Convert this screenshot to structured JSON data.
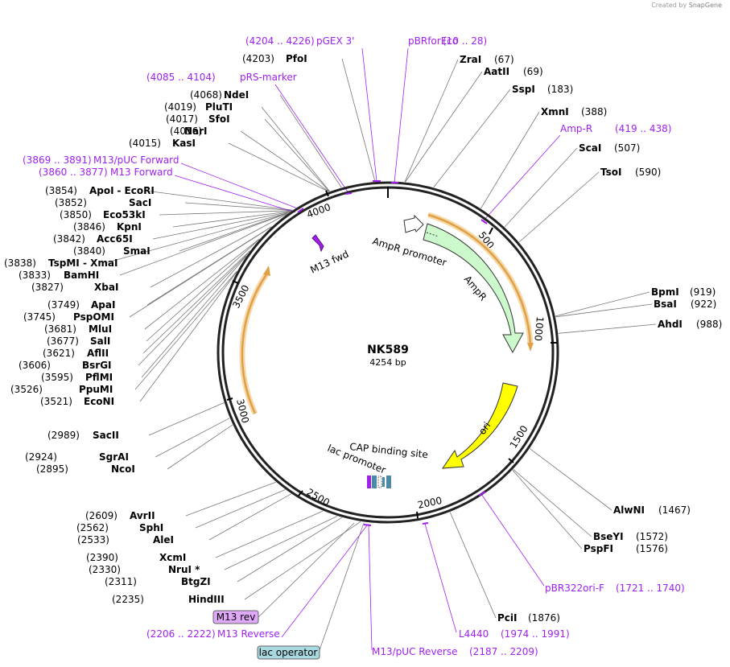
{
  "credit": {
    "prefix": "Created by",
    "brand": "SnapGene"
  },
  "plasmid": {
    "name": "NK589",
    "size_label": "4254 bp",
    "length": 4254
  },
  "ticks": [
    "500",
    "1000",
    "1500",
    "2000",
    "2500",
    "3000",
    "3500",
    "4000"
  ],
  "features": {
    "ampr_promoter": "AmpR promoter",
    "ampr": "AmpR",
    "ori": "ori",
    "m13_fwd": "M13 fwd",
    "cap": "CAP binding site",
    "lac_promoter": "lac promoter"
  },
  "right_sites": [
    {
      "name": "ZraI",
      "pos": "(67)",
      "bp": 67
    },
    {
      "name": "AatII",
      "pos": "(69)",
      "bp": 69
    },
    {
      "name": "SspI",
      "pos": "(183)",
      "bp": 183
    },
    {
      "name": "XmnI",
      "pos": "(388)",
      "bp": 388
    },
    {
      "name": "ScaI",
      "pos": "(507)",
      "bp": 507
    },
    {
      "name": "TsoI",
      "pos": "(590)",
      "bp": 590
    },
    {
      "name": "BpmI",
      "pos": "(919)",
      "bp": 919
    },
    {
      "name": "BsaI",
      "pos": "(922)",
      "bp": 922
    },
    {
      "name": "AhdI",
      "pos": "(988)",
      "bp": 988
    },
    {
      "name": "AlwNI",
      "pos": "(1467)",
      "bp": 1467
    },
    {
      "name": "BseYI",
      "pos": "(1572)",
      "bp": 1572
    },
    {
      "name": "PspFI",
      "pos": "(1576)",
      "bp": 1576
    },
    {
      "name": "PciI",
      "pos": "(1876)",
      "bp": 1876
    }
  ],
  "left_sites": [
    {
      "pos": "(4203)",
      "name": "PfoI",
      "bp": 4203
    },
    {
      "pos": "(4068)",
      "name": "NdeI",
      "bp": 4068
    },
    {
      "pos": "(4019)",
      "name": "PluTI",
      "bp": 4019
    },
    {
      "pos": "(4017)",
      "name": "SfoI",
      "bp": 4017
    },
    {
      "pos": "(4016)",
      "name": "NarI",
      "bp": 4016
    },
    {
      "pos": "(4015)",
      "name": "KasI",
      "bp": 4015
    },
    {
      "pos": "(3854)",
      "name": "ApoI",
      "extra": " - EcoRI",
      "bp": 3854
    },
    {
      "pos": "(3852)",
      "name": "SacI",
      "bp": 3852
    },
    {
      "pos": "(3850)",
      "name": "Eco53kI",
      "bp": 3850
    },
    {
      "pos": "(3846)",
      "name": "KpnI",
      "bp": 3846
    },
    {
      "pos": "(3842)",
      "name": "Acc65I",
      "bp": 3842
    },
    {
      "pos": "(3840)",
      "name": "SmaI",
      "bp": 3840
    },
    {
      "pos": "(3838)",
      "name": "TspMI",
      "extra": " - XmaI",
      "bp": 3838
    },
    {
      "pos": "(3833)",
      "name": "BamHI",
      "bp": 3833
    },
    {
      "pos": "(3827)",
      "name": "XbaI",
      "bp": 3827
    },
    {
      "pos": "(3749)",
      "name": "ApaI",
      "bp": 3749
    },
    {
      "pos": "(3745)",
      "name": "PspOMI",
      "bp": 3745
    },
    {
      "pos": "(3681)",
      "name": "MluI",
      "bp": 3681
    },
    {
      "pos": "(3677)",
      "name": "SalI",
      "bp": 3677
    },
    {
      "pos": "(3621)",
      "name": "AflII",
      "bp": 3621
    },
    {
      "pos": "(3606)",
      "name": "BsrGI",
      "bp": 3606
    },
    {
      "pos": "(3595)",
      "name": "PflMI",
      "bp": 3595
    },
    {
      "pos": "(3526)",
      "name": "PpuMI",
      "bp": 3526
    },
    {
      "pos": "(3521)",
      "name": "EcoNI",
      "bp": 3521
    },
    {
      "pos": "(2989)",
      "name": "SacII",
      "bp": 2989
    },
    {
      "pos": "(2924)",
      "name": "SgrAI",
      "bp": 2924
    },
    {
      "pos": "(2895)",
      "name": "NcoI",
      "bp": 2895
    },
    {
      "pos": "(2609)",
      "name": "AvrII",
      "bp": 2609
    },
    {
      "pos": "(2562)",
      "name": "SphI",
      "bp": 2562
    },
    {
      "pos": "(2533)",
      "name": "AleI",
      "bp": 2533
    },
    {
      "pos": "(2390)",
      "name": "XcmI",
      "bp": 2390
    },
    {
      "pos": "(2330)",
      "name": "NruI *",
      "bp": 2330
    },
    {
      "pos": "(2311)",
      "name": "BtgZI",
      "bp": 2311
    },
    {
      "pos": "(2235)",
      "name": "HindIII",
      "bp": 2235
    }
  ],
  "primers": [
    {
      "name": "pGEX 3'",
      "range": "(4204 .. 4226)"
    },
    {
      "name": "pBRforEco",
      "range": "(10 .. 28)"
    },
    {
      "name": "pRS-marker",
      "range": "(4085 .. 4104)"
    },
    {
      "name": "Amp-R",
      "range": "(419 .. 438)"
    },
    {
      "name": "M13/pUC Forward",
      "range": "(3869 .. 3891)"
    },
    {
      "name": "M13 Forward",
      "range": "(3860 .. 3877)"
    },
    {
      "name": "pBR322ori-F",
      "range": "(1721 .. 1740)"
    },
    {
      "name": "L4440",
      "range": "(1974 .. 1991)"
    },
    {
      "name": "M13/pUC Reverse",
      "range": "(2187 .. 2209)"
    },
    {
      "name": "M13 Reverse",
      "range": "(2206 .. 2222)"
    }
  ],
  "boxes": {
    "m13_rev": "M13 rev",
    "lac_operator": "lac operator"
  },
  "colors": {
    "primer": "#a020f0",
    "ampr": "#ccf9cc",
    "ori": "#ffff00",
    "orf": "#f0a838",
    "m13box": "#e0a8f8",
    "lacbox": "#a8d8e0"
  }
}
